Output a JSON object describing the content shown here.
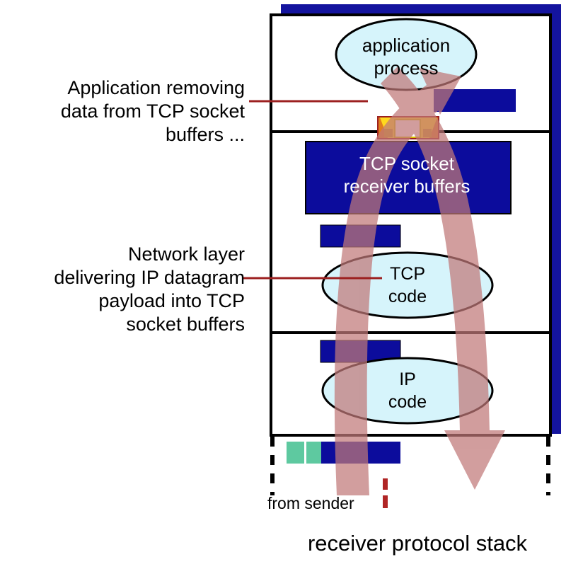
{
  "diagram": {
    "title": "receiver protocol stack",
    "from_sender_label": "from sender",
    "callouts": [
      {
        "id": "application-removing",
        "text": "Application removing\ndata from TCP socket\nbuffers ..."
      },
      {
        "id": "network-layer-delivering",
        "text": "Network layer\ndelivering IP datagram\npayload into TCP\nsocket buffers"
      }
    ],
    "stack_layers": [
      {
        "id": "application-layer",
        "ellipse_label": "application\nprocess"
      },
      {
        "id": "tcp-layer",
        "blue_box_label": "TCP socket\nreceiver buffers",
        "ellipse_label": "TCP\ncode"
      },
      {
        "id": "ip-layer",
        "ellipse_label": "IP\ncode"
      }
    ],
    "socket_icon": "socket-icon",
    "arrows": [
      {
        "id": "data-up-arrow",
        "direction": "up",
        "meaning": "application reads from socket buffers"
      },
      {
        "id": "data-down-arrow",
        "direction": "down",
        "meaning": "network layer delivers payload down/through stack"
      }
    ],
    "colors": {
      "blue_box": "#0c0c9c",
      "blue_shadow": "#14149e",
      "ellipse_fill": "#d6f4fb",
      "ellipse_stroke": "#000000",
      "arrow": "#cb8080",
      "arrow_dark": "#4a1530",
      "leader_line": "#9c2020",
      "socket_yellow": "#ffd91e",
      "socket_orange": "#e07c1e",
      "green_segment": "#5ec9a0",
      "frame_stroke": "#000000",
      "text": "#000000"
    }
  }
}
